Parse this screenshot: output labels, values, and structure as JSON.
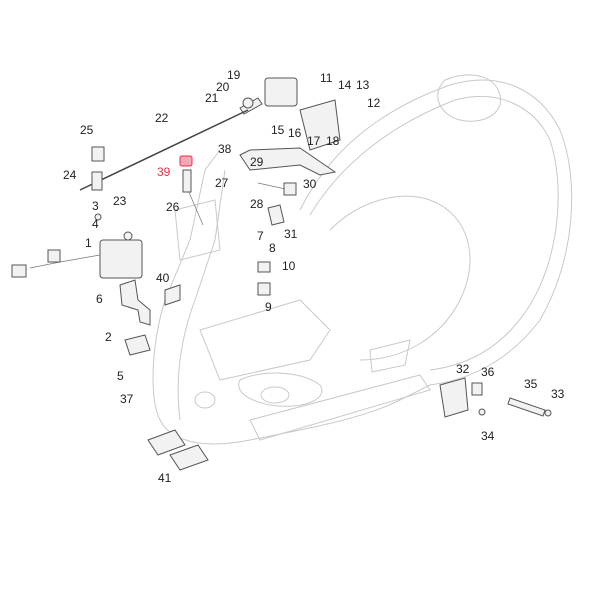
{
  "diagram": {
    "highlight_color": "#e8304a",
    "labels": {
      "p1": "1",
      "p2": "2",
      "p3": "3",
      "p4": "4",
      "p5": "5",
      "p6": "6",
      "p7": "7",
      "p8": "8",
      "p9": "9",
      "p10": "10",
      "p11": "11",
      "p12": "12",
      "p13": "13",
      "p14": "14",
      "p15": "15",
      "p16": "16",
      "p17": "17",
      "p18": "18",
      "p19": "19",
      "p20": "20",
      "p21": "21",
      "p22": "22",
      "p23": "23",
      "p24": "24",
      "p25": "25",
      "p26": "26",
      "p27": "27",
      "p28": "28",
      "p29": "29",
      "p30": "30",
      "p31": "31",
      "p32": "32",
      "p33": "33",
      "p34": "34",
      "p35": "35",
      "p36": "36",
      "p37": "37",
      "p38": "38",
      "p39": "39",
      "p40": "40",
      "p41": "41"
    },
    "highlighted_part": "39"
  }
}
